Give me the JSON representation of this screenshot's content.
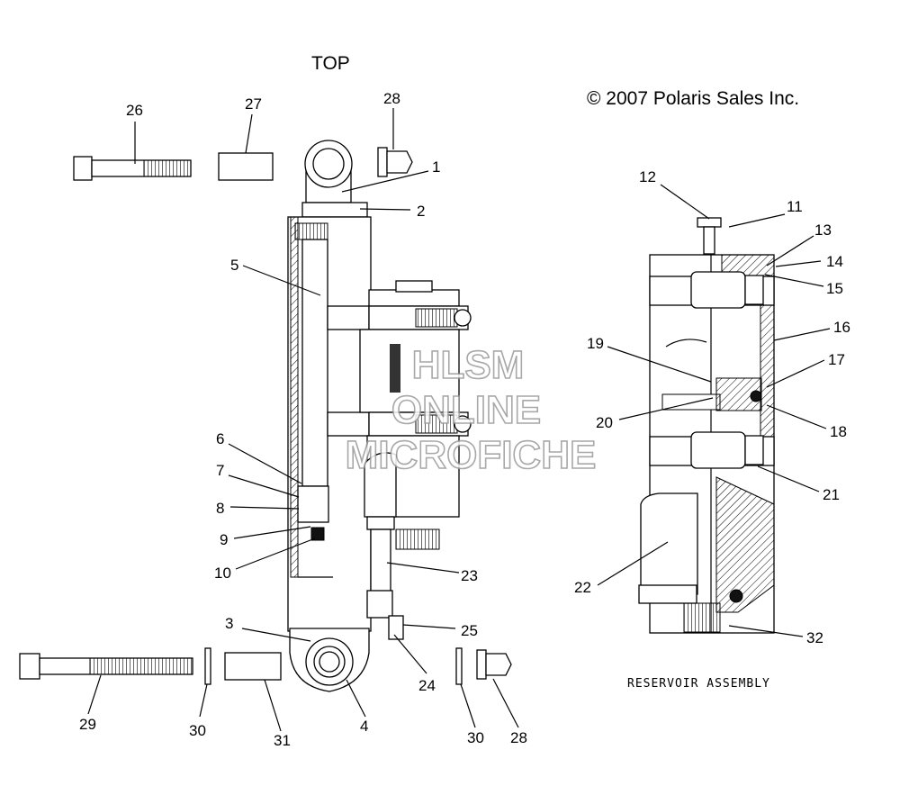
{
  "header": {
    "top_label": "TOP",
    "copyright": "© 2007 Polaris Sales Inc."
  },
  "watermark": {
    "line1": "HLSM",
    "line2": "ONLINE",
    "line3": "MICROFICHE"
  },
  "reservoir": {
    "caption": "RESERVOIR ASSEMBLY"
  },
  "callouts": {
    "c1": "1",
    "c2": "2",
    "c3": "3",
    "c4": "4",
    "c5": "5",
    "c6": "6",
    "c7": "7",
    "c8": "8",
    "c9": "9",
    "c10": "10",
    "c11": "11",
    "c12": "12",
    "c13": "13",
    "c14": "14",
    "c15": "15",
    "c16": "16",
    "c17": "17",
    "c18": "18",
    "c19": "19",
    "c20": "20",
    "c21": "21",
    "c22": "22",
    "c23": "23",
    "c24": "24",
    "c25": "25",
    "c26": "26",
    "c27": "27",
    "c28a": "28",
    "c28b": "28",
    "c29": "29",
    "c30a": "30",
    "c30b": "30",
    "c31": "31",
    "c32": "32"
  }
}
